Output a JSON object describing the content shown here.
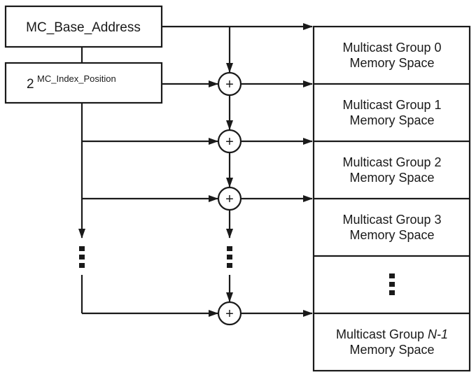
{
  "base_address_label": "MC_Base_Address",
  "index_power": {
    "base": "2",
    "exponent": "MC_Index_Position"
  },
  "adder_symbol": "+",
  "memory_groups": [
    {
      "line1": "Multicast Group 0",
      "line2": "Memory Space"
    },
    {
      "line1": "Multicast Group 1",
      "line2": "Memory Space"
    },
    {
      "line1": "Multicast Group 2",
      "line2": "Memory Space"
    },
    {
      "line1": "Multicast Group 3",
      "line2": "Memory Space"
    },
    {
      "line1": "",
      "line2": ""
    },
    {
      "line1_prefix": "Multicast Group ",
      "line1_italic": "N-1",
      "line2": "Memory Space"
    }
  ]
}
